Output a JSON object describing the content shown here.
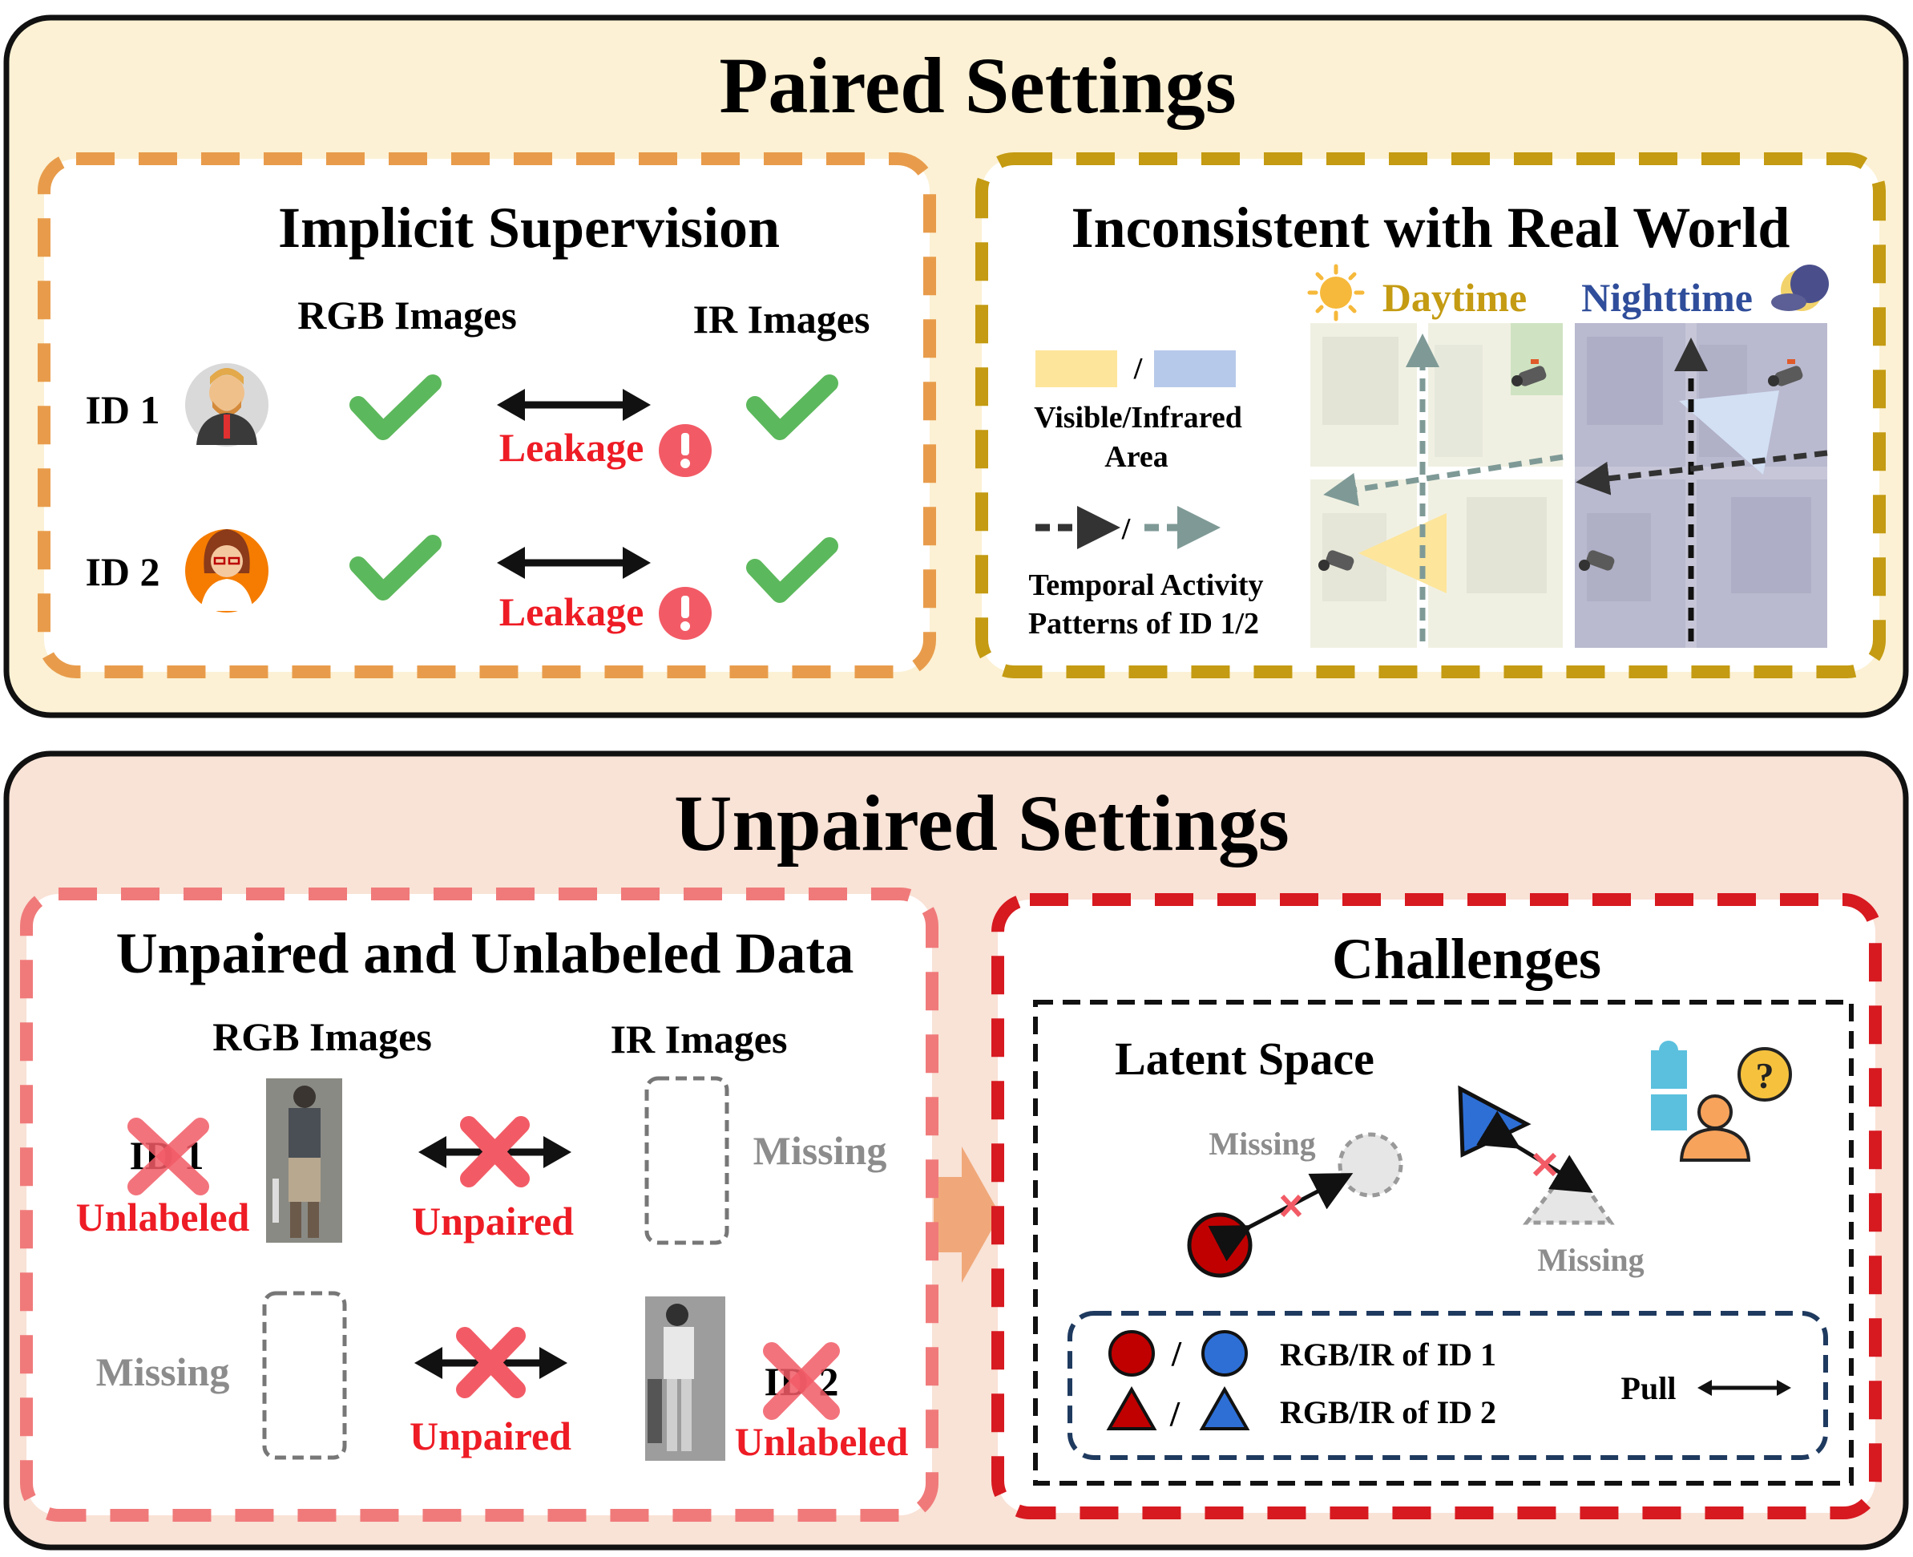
{
  "paired": {
    "title": "Paired Settings",
    "implicit": {
      "title": "Implicit Supervision",
      "rgb_label": "RGB Images",
      "ir_label": "IR Images",
      "id1": "ID 1",
      "id2": "ID 2",
      "leakage1": "Leakage",
      "leakage2": "Leakage"
    },
    "realworld": {
      "title": "Inconsistent with Real World",
      "daytime": "Daytime",
      "nighttime": "Nighttime",
      "slash1": "/",
      "slash2": "/",
      "area_line1": "Visible/Infrared",
      "area_line2": "Area",
      "pattern_line1": "Temporal Activity",
      "pattern_line2": "Patterns of ID 1/2"
    }
  },
  "unpaired": {
    "title": "Unpaired Settings",
    "data": {
      "title": "Unpaired and Unlabeled Data",
      "rgb_label": "RGB Images",
      "ir_label": "IR Images",
      "id1": "ID 1",
      "id2": "ID 2",
      "unlabeled1": "Unlabeled",
      "unlabeled2": "Unlabeled",
      "unpaired1": "Unpaired",
      "unpaired2": "Unpaired",
      "missing_ir": "Missing",
      "missing_rgb": "Missing"
    },
    "challenges": {
      "title": "Challenges",
      "latent": "Latent  Space",
      "missing_circle": "Missing",
      "missing_triangle": "Missing",
      "legend_id1": "RGB/IR of ID 1",
      "legend_id2": "RGB/IR of ID 2",
      "legend_pull": "Pull",
      "slash1": "/",
      "slash2": "/"
    }
  },
  "colors": {
    "paired_bg": "#fcf1d4",
    "unpaired_bg": "#f9e2d6",
    "orange_dash": "#e89c4b",
    "gold_dash": "#c49b12",
    "pink_dash": "#f07a7a",
    "red_dash": "#d71920",
    "rgb_red": "#c00000",
    "ir_blue": "#2e6fd6",
    "check_green": "#5cb85c",
    "day_gold": "#c49b12",
    "night_blue": "#2f4d9a"
  }
}
